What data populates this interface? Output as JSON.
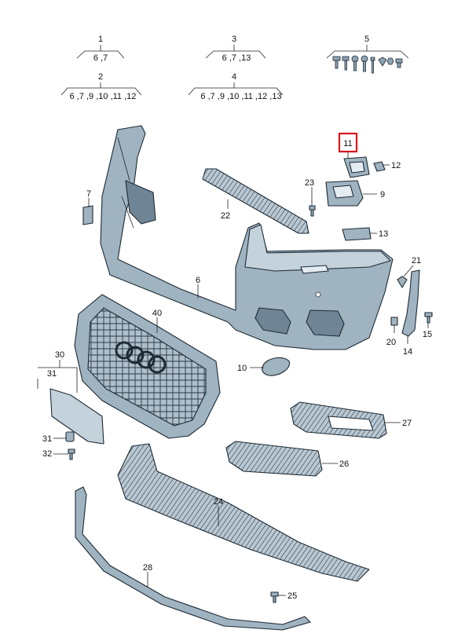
{
  "groups": [
    {
      "id": "1",
      "sub": "6 ,7"
    },
    {
      "id": "2",
      "sub": "6 ,7 ,9 ,10 ,11 ,12"
    },
    {
      "id": "3",
      "sub": "6 ,7 ,13"
    },
    {
      "id": "4",
      "sub": "6 ,7 ,9 ,10 ,11 ,12 ,13"
    },
    {
      "id": "5",
      "sub": ""
    }
  ],
  "callouts": [
    {
      "id": "6",
      "text": "6"
    },
    {
      "id": "7",
      "text": "7"
    },
    {
      "id": "9",
      "text": "9"
    },
    {
      "id": "10",
      "text": "10"
    },
    {
      "id": "11",
      "text": "11",
      "highlighted": true
    },
    {
      "id": "12",
      "text": "12"
    },
    {
      "id": "13",
      "text": "13"
    },
    {
      "id": "14",
      "text": "14"
    },
    {
      "id": "15",
      "text": "15"
    },
    {
      "id": "20",
      "text": "20"
    },
    {
      "id": "21",
      "text": "21"
    },
    {
      "id": "22",
      "text": "22"
    },
    {
      "id": "23",
      "text": "23"
    },
    {
      "id": "24",
      "text": "24"
    },
    {
      "id": "25",
      "text": "25"
    },
    {
      "id": "26",
      "text": "26"
    },
    {
      "id": "27",
      "text": "27"
    },
    {
      "id": "28",
      "text": "28"
    },
    {
      "id": "30",
      "text": "30"
    },
    {
      "id": "31a",
      "text": "31"
    },
    {
      "id": "31b",
      "text": "31"
    },
    {
      "id": "32",
      "text": "32"
    },
    {
      "id": "40",
      "text": "40"
    }
  ],
  "colors": {
    "highlight": "#d8141e",
    "part_fill": "#9fb3c1",
    "line": "#1e2a33"
  }
}
